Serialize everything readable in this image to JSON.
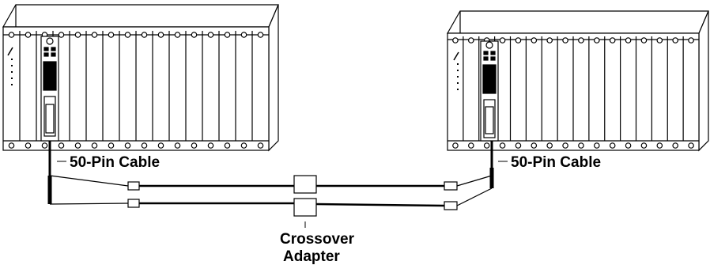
{
  "labels": {
    "left_cable": "50-Pin Cable",
    "right_cable": "50-Pin Cable",
    "adapter_line1": "Crossover",
    "adapter_line2": "Adapter"
  },
  "chassis": {
    "left_slot_count": 16,
    "right_slot_count": 16
  },
  "colors": {
    "line": "#000000",
    "fill": "#ffffff"
  }
}
